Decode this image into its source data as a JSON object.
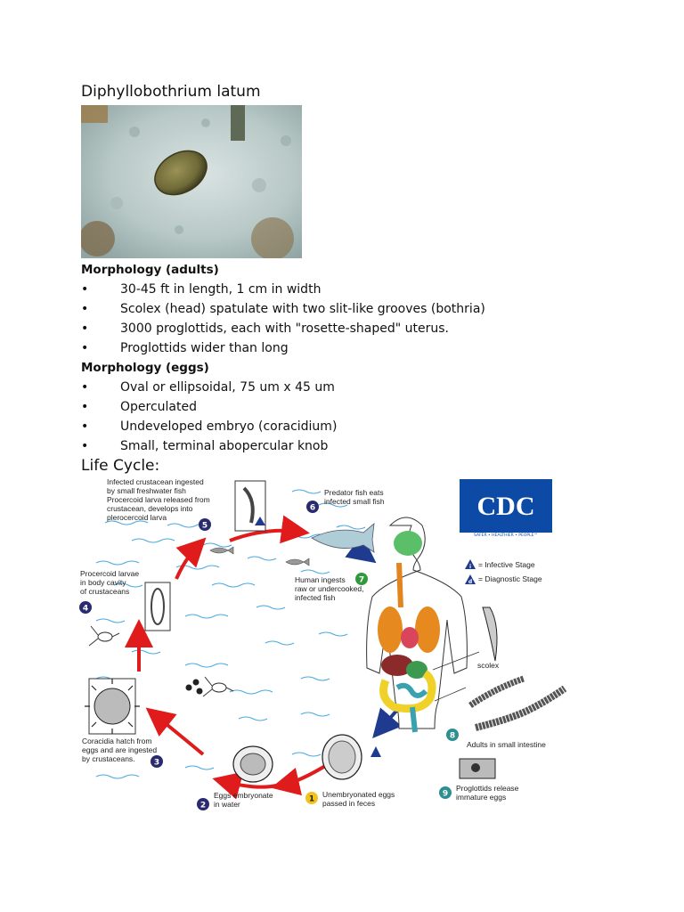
{
  "title": "Diphyllobothrium latum",
  "morph_adults": {
    "heading": "Morphology (adults)",
    "items": [
      "30-45 ft in length, 1 cm in width",
      "Scolex (head) spatulate with two slit-like grooves (bothria)",
      "3000 proglottids, each with \"rosette-shaped\" uterus.",
      "Proglottids wider than long"
    ]
  },
  "morph_eggs": {
    "heading": "Morphology (eggs)",
    "items": [
      "Oval or ellipsoidal, 75 um x 45 um",
      "Operculated",
      "Undeveloped embryo (coracidium)",
      "Small, terminal abopercular knob"
    ]
  },
  "bullet_char": "•",
  "life_cycle": {
    "heading": "Life Cycle:",
    "logo": "CDC",
    "logo_tagline": "SAFER • HEALTHIER • PEOPLE™",
    "legend": {
      "infective_symbol": "i",
      "infective": "= Infective Stage",
      "diagnostic_symbol": "d",
      "diagnostic": "= Diagnostic Stage"
    },
    "labels": {
      "scolex": "scolex",
      "adults": "Adults in small intestine"
    },
    "steps": [
      {
        "num": "1",
        "color": "#f2c31a",
        "lines": [
          "Unembryonated eggs",
          "passed in feces"
        ]
      },
      {
        "num": "2",
        "color": "#2a2b6e",
        "lines": [
          "Eggs embryonate",
          "in water"
        ]
      },
      {
        "num": "3",
        "color": "#2a2b6e",
        "lines": [
          "Coracidia hatch from",
          "eggs and are ingested",
          "by crustaceans."
        ]
      },
      {
        "num": "4",
        "color": "#2a2b6e",
        "lines": [
          "Procercoid larvae",
          "in body cavity",
          "of crustaceans"
        ]
      },
      {
        "num": "5",
        "color": "#2a2b6e",
        "lines": [
          "Infected crustacean ingested",
          "by small freshwater fish",
          "Procercoid larva released from",
          "crustacean, develops into",
          "plerocercoid larva"
        ]
      },
      {
        "num": "6",
        "color": "#2a2b6e",
        "lines": [
          "Predator fish eats",
          "infected small fish"
        ]
      },
      {
        "num": "7",
        "color": "#2e9a3a",
        "lines": [
          "Human ingests",
          "raw or undercooked,",
          "infected fish"
        ]
      },
      {
        "num": "8",
        "color": "#2e8f8f",
        "lines": []
      },
      {
        "num": "9",
        "color": "#2e8f8f",
        "lines": [
          "Proglottids release",
          "immature eggs"
        ]
      }
    ]
  }
}
